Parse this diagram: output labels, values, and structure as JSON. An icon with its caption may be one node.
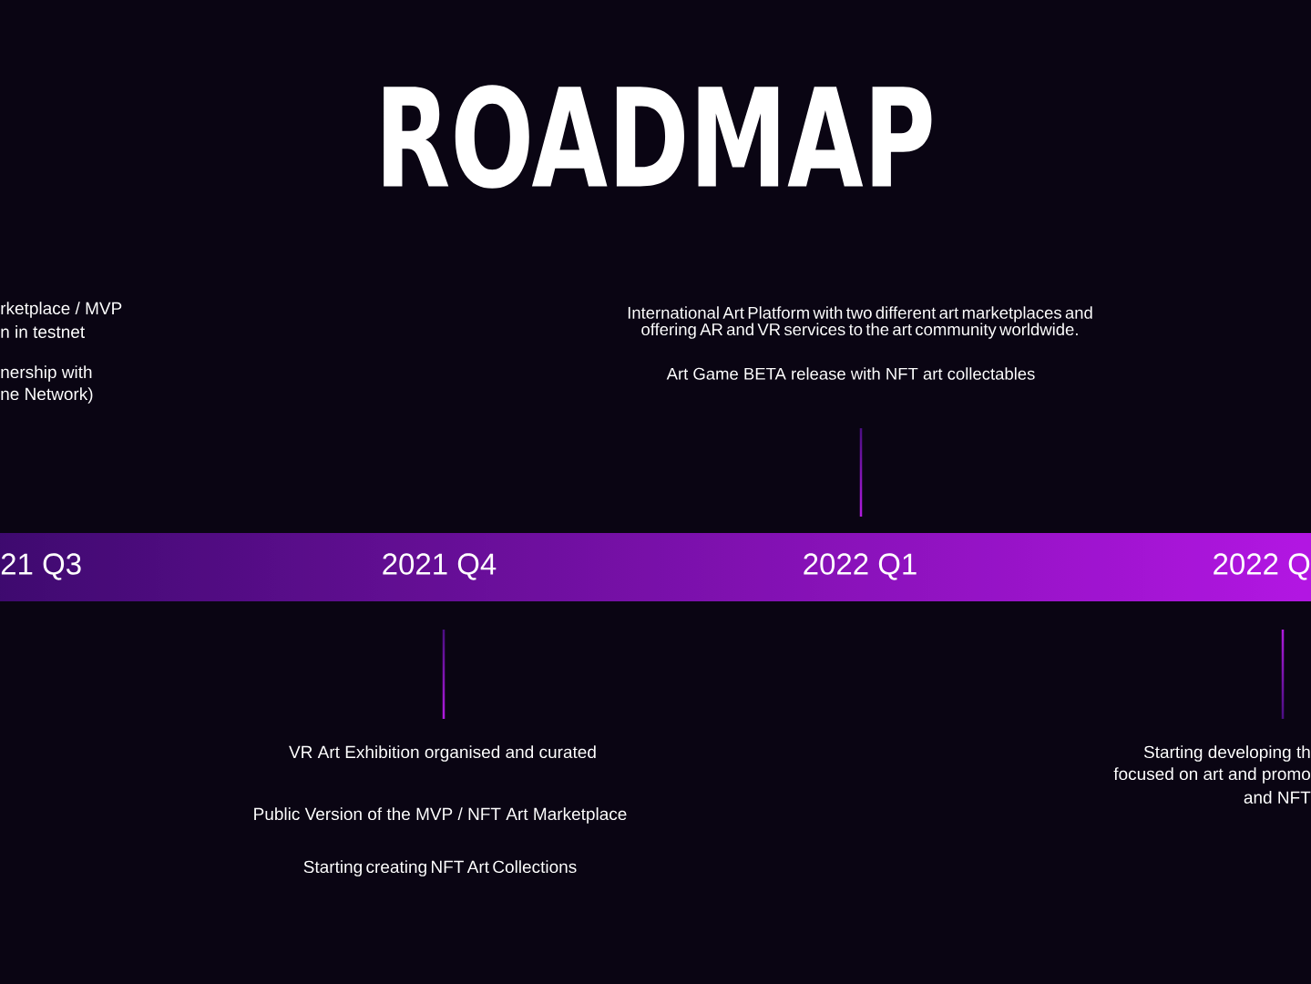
{
  "diagram": {
    "title": "ROADMAP",
    "labels": [
      "rketplace / MVP",
      "n in testnet",
      "nership with",
      "ne Network)",
      "International Art Platform with two different art marketplaces and offering AR and VR services to the art community worldwide.",
      "Art Game BETA release with NFT art collectables",
      "21 Q3",
      "2021 Q4",
      "2022 Q1",
      "2022 Q",
      "VR Art Exhibition organised and curated",
      "Public Version of the MVP / NFT Art Marketplace",
      "Starting creating NFT Art Collections",
      "Starting developing th",
      "focused on art and promo",
      "and NFT"
    ]
  }
}
